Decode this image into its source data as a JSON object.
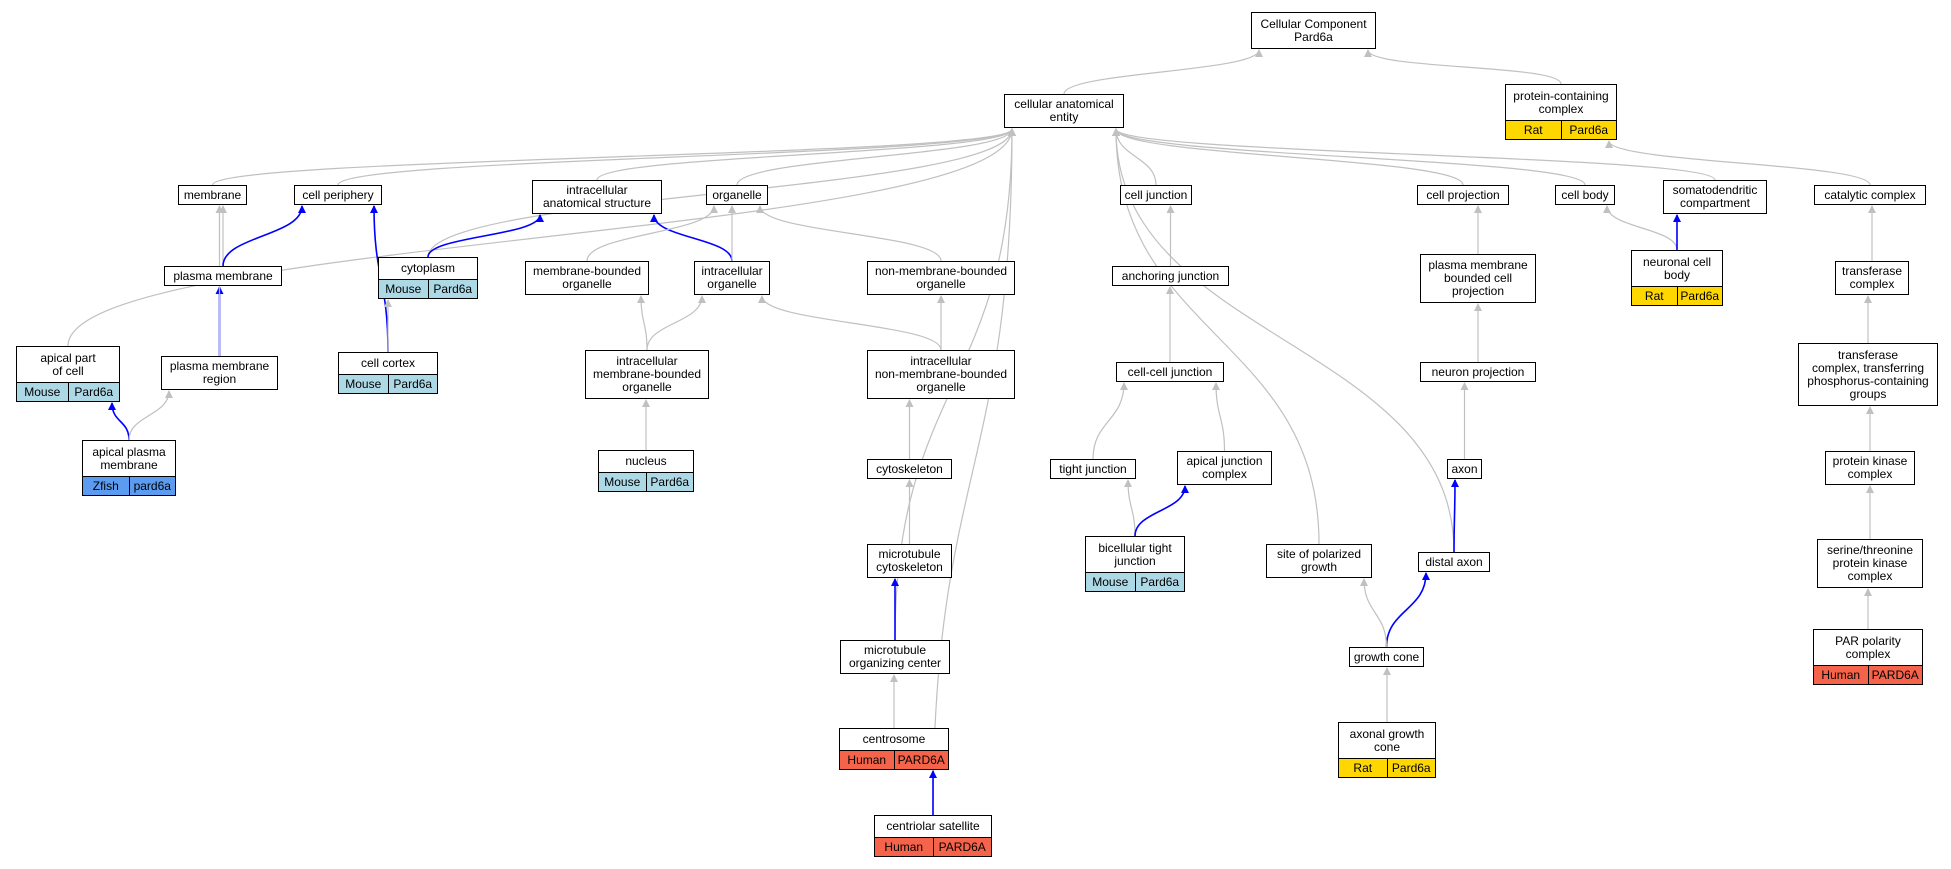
{
  "colors": {
    "edge_grey": "#c0c0c0",
    "edge_blue": "#0000ff",
    "mouse": "#add8e6",
    "rat": "#ffd700",
    "human": "#f4634a",
    "zfish": "#5b9bf0"
  },
  "nodes": {
    "cc": {
      "label": "Cellular Component\nPard6a"
    },
    "cae": {
      "label": "cellular anatomical\nentity"
    },
    "pcc": {
      "label": "protein-containing\ncomplex",
      "species": "Rat",
      "gene": "Pard6a",
      "tone": "rat"
    },
    "membrane": {
      "label": "membrane"
    },
    "cell_periphery": {
      "label": "cell periphery"
    },
    "ias": {
      "label": "intracellular\nanatomical structure"
    },
    "organelle": {
      "label": "organelle"
    },
    "cell_junction": {
      "label": "cell junction"
    },
    "cell_projection": {
      "label": "cell projection"
    },
    "cell_body": {
      "label": "cell body"
    },
    "somato": {
      "label": "somatodendritic\ncompartment"
    },
    "catalytic": {
      "label": "catalytic complex"
    },
    "plasma_membrane": {
      "label": "plasma membrane"
    },
    "cytoplasm": {
      "label": "cytoplasm",
      "species": "Mouse",
      "gene": "Pard6a",
      "tone": "mouse"
    },
    "mbo": {
      "label": "membrane-bounded\norganelle"
    },
    "io": {
      "label": "intracellular\norganelle"
    },
    "nmbo": {
      "label": "non-membrane-bounded\norganelle"
    },
    "anchoring": {
      "label": "anchoring junction"
    },
    "pmbcp": {
      "label": "plasma membrane\nbounded cell\nprojection"
    },
    "ncb": {
      "label": "neuronal cell\nbody",
      "species": "Rat",
      "gene": "Pard6a",
      "tone": "rat"
    },
    "transferase": {
      "label": "transferase\ncomplex"
    },
    "apical_part": {
      "label": "apical part\nof cell",
      "species": "Mouse",
      "gene": "Pard6a",
      "tone": "mouse"
    },
    "pmr": {
      "label": "plasma membrane\nregion"
    },
    "cell_cortex": {
      "label": "cell cortex",
      "species": "Mouse",
      "gene": "Pard6a",
      "tone": "mouse"
    },
    "imbo": {
      "label": "intracellular\nmembrane-bounded\norganelle"
    },
    "inmbo": {
      "label": "intracellular\nnon-membrane-bounded\norganelle"
    },
    "ccj": {
      "label": "cell-cell junction"
    },
    "neuron_proj": {
      "label": "neuron projection"
    },
    "tctp": {
      "label": "transferase\ncomplex, transferring\nphosphorus-containing\ngroups"
    },
    "apm": {
      "label": "apical plasma\nmembrane",
      "species": "Zfish",
      "gene": "pard6a",
      "tone": "zfish"
    },
    "nucleus": {
      "label": "nucleus",
      "species": "Mouse",
      "gene": "Pard6a",
      "tone": "mouse"
    },
    "cytoskeleton": {
      "label": "cytoskeleton"
    },
    "tight": {
      "label": "tight junction"
    },
    "ajc": {
      "label": "apical junction\ncomplex"
    },
    "axon": {
      "label": "axon"
    },
    "pkc": {
      "label": "protein kinase\ncomplex"
    },
    "mt_cyto": {
      "label": "microtubule\ncytoskeleton"
    },
    "btj": {
      "label": "bicellular tight\njunction",
      "species": "Mouse",
      "gene": "Pard6a",
      "tone": "mouse"
    },
    "spg": {
      "label": "site of polarized\ngrowth"
    },
    "distal_axon": {
      "label": "distal axon"
    },
    "stpkc": {
      "label": "serine/threonine\nprotein kinase\ncomplex"
    },
    "mtoc": {
      "label": "microtubule\norganizing center"
    },
    "growth_cone": {
      "label": "growth cone"
    },
    "par": {
      "label": "PAR polarity\ncomplex",
      "species": "Human",
      "gene": "PARD6A",
      "tone": "human"
    },
    "centrosome": {
      "label": "centrosome",
      "species": "Human",
      "gene": "PARD6A",
      "tone": "human"
    },
    "agc": {
      "label": "axonal growth\ncone",
      "species": "Rat",
      "gene": "Pard6a",
      "tone": "rat"
    },
    "centriolar": {
      "label": "centriolar satellite",
      "species": "Human",
      "gene": "PARD6A",
      "tone": "human"
    }
  },
  "edges": [
    [
      "cae",
      "cc",
      "grey"
    ],
    [
      "pcc",
      "cc",
      "grey"
    ],
    [
      "membrane",
      "cae",
      "grey"
    ],
    [
      "cell_periphery",
      "cae",
      "grey"
    ],
    [
      "ias",
      "cae",
      "grey"
    ],
    [
      "organelle",
      "cae",
      "grey"
    ],
    [
      "cell_junction",
      "cae",
      "grey"
    ],
    [
      "cell_projection",
      "cae",
      "grey"
    ],
    [
      "cell_body",
      "cae",
      "grey"
    ],
    [
      "somato",
      "cae",
      "grey"
    ],
    [
      "catalytic",
      "pcc",
      "grey"
    ],
    [
      "apical_part",
      "cae",
      "grey"
    ],
    [
      "cytoplasm",
      "cae",
      "grey"
    ],
    [
      "mtoc",
      "cae",
      "grey"
    ],
    [
      "centriolar",
      "cae",
      "grey"
    ],
    [
      "spg",
      "cae",
      "grey"
    ],
    [
      "distal_axon",
      "cae",
      "grey"
    ],
    [
      "plasma_membrane",
      "membrane",
      "grey"
    ],
    [
      "plasma_membrane",
      "cell_periphery",
      "blue"
    ],
    [
      "cell_cortex",
      "cell_periphery",
      "blue"
    ],
    [
      "cytoplasm",
      "ias",
      "blue"
    ],
    [
      "io",
      "ias",
      "blue"
    ],
    [
      "mbo",
      "organelle",
      "grey"
    ],
    [
      "io",
      "organelle",
      "grey"
    ],
    [
      "nmbo",
      "organelle",
      "grey"
    ],
    [
      "pmr",
      "plasma_membrane",
      "blue"
    ],
    [
      "pmr",
      "membrane",
      "grey"
    ],
    [
      "cell_cortex",
      "cytoplasm",
      "grey"
    ],
    [
      "imbo",
      "mbo",
      "grey"
    ],
    [
      "imbo",
      "io",
      "grey"
    ],
    [
      "inmbo",
      "io",
      "grey"
    ],
    [
      "inmbo",
      "nmbo",
      "grey"
    ],
    [
      "anchoring",
      "cell_junction",
      "grey"
    ],
    [
      "ccj",
      "anchoring",
      "grey"
    ],
    [
      "tight",
      "ccj",
      "grey"
    ],
    [
      "ajc",
      "ccj",
      "grey"
    ],
    [
      "btj",
      "tight",
      "grey"
    ],
    [
      "btj",
      "ajc",
      "blue"
    ],
    [
      "pmbcp",
      "cell_projection",
      "grey"
    ],
    [
      "neuron_proj",
      "pmbcp",
      "grey"
    ],
    [
      "axon",
      "neuron_proj",
      "grey"
    ],
    [
      "distal_axon",
      "axon",
      "blue"
    ],
    [
      "growth_cone",
      "distal_axon",
      "blue"
    ],
    [
      "growth_cone",
      "spg",
      "grey"
    ],
    [
      "agc",
      "growth_cone",
      "grey"
    ],
    [
      "ncb",
      "cell_body",
      "grey"
    ],
    [
      "ncb",
      "somato",
      "blue"
    ],
    [
      "transferase",
      "catalytic",
      "grey"
    ],
    [
      "tctp",
      "transferase",
      "grey"
    ],
    [
      "pkc",
      "tctp",
      "grey"
    ],
    [
      "stpkc",
      "pkc",
      "grey"
    ],
    [
      "par",
      "stpkc",
      "grey"
    ],
    [
      "apm",
      "apical_part",
      "blue"
    ],
    [
      "apm",
      "pmr",
      "grey"
    ],
    [
      "nucleus",
      "imbo",
      "grey"
    ],
    [
      "cytoskeleton",
      "inmbo",
      "grey"
    ],
    [
      "mt_cyto",
      "cytoskeleton",
      "grey"
    ],
    [
      "mtoc",
      "mt_cyto",
      "blue"
    ],
    [
      "centrosome",
      "mtoc",
      "grey"
    ],
    [
      "centriolar",
      "centrosome",
      "blue"
    ]
  ]
}
